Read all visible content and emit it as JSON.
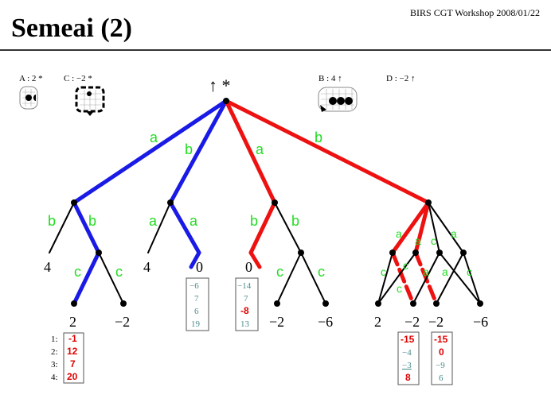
{
  "title": "Semeai (2)",
  "workshop": "BIRS CGT Workshop 2008/01/22",
  "root_value": "↑ *",
  "legend": [
    {
      "label": "A : 2 *"
    },
    {
      "label": "C : −2 *"
    },
    {
      "label": "B : 4 ↑"
    },
    {
      "label": "D : −2 ↑"
    }
  ],
  "moves": [
    "a",
    "b",
    "a",
    "b",
    "b",
    "b",
    "a",
    "a",
    "b",
    "b",
    "c",
    "c",
    "c",
    "c",
    "a",
    "a",
    "a",
    "c",
    "c",
    "c",
    "a",
    "c",
    "a",
    "c"
  ],
  "leaves": [
    "4",
    "4",
    "0",
    "0",
    "2",
    "−2",
    "−2",
    "−6",
    "2",
    "−2",
    "−2",
    "−6"
  ],
  "box1_index": [
    "1:",
    "2:",
    "3:",
    "4:"
  ],
  "box1": [
    "-1",
    "12",
    "7",
    "20"
  ],
  "box2": [
    "−6",
    "7",
    "6",
    "19"
  ],
  "box3": [
    "−14",
    "7",
    "-8",
    "13"
  ],
  "box4": [
    "-15",
    "−4",
    "−3",
    "8"
  ],
  "box5": [
    "-15",
    "0",
    "−9",
    "6"
  ],
  "colors": {
    "blue": "#1a1ae6",
    "red": "#ee1111",
    "black": "#000000",
    "green": "#22dd22",
    "teal": "#4b8c8c"
  }
}
